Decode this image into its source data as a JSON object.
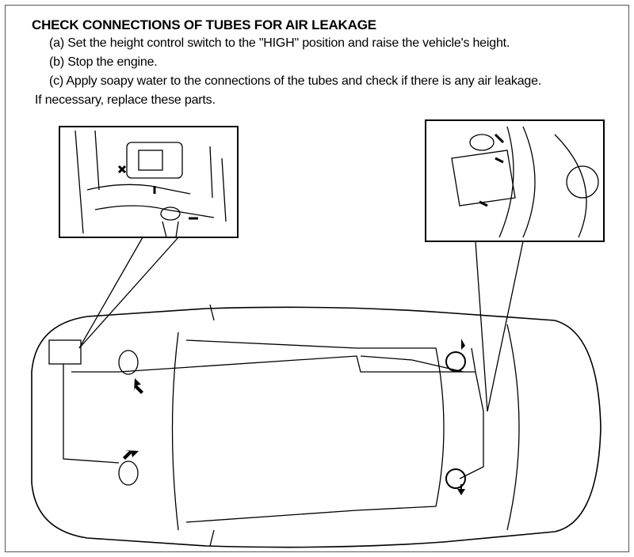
{
  "heading": "CHECK CONNECTIONS OF TUBES FOR AIR LEAKAGE",
  "steps": [
    "(a) Set the height control switch to the \"HIGH\" position and raise the vehicle's height.",
    "(b) Stop the engine.",
    "(c) Apply soapy water to the connections of the tubes and check if there is any air leakage."
  ],
  "note": "If necessary, replace these parts."
}
